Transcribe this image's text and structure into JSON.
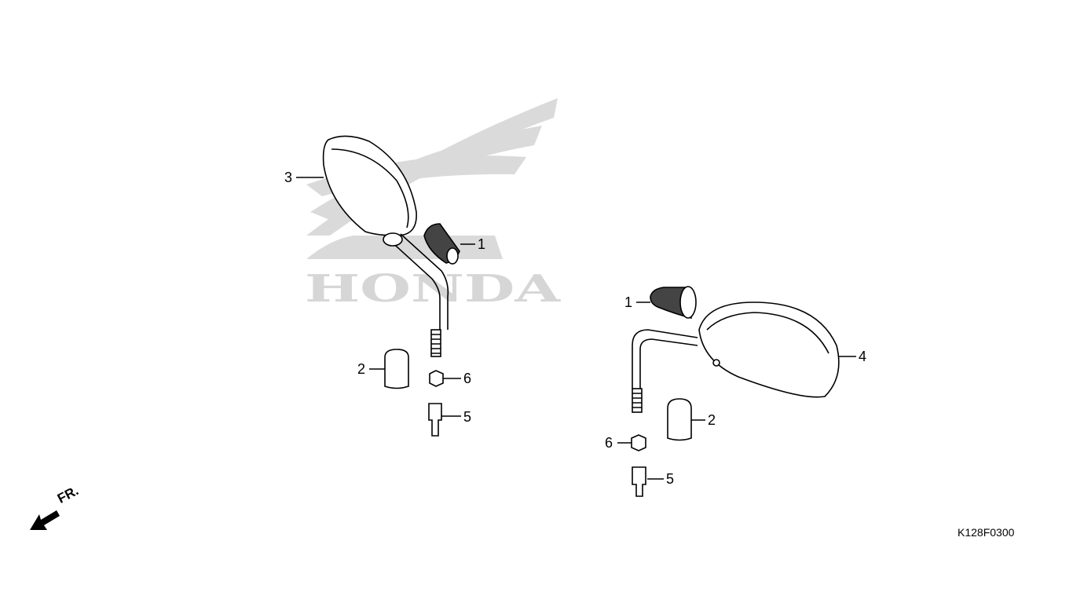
{
  "watermark": {
    "logo_text": "HONDA",
    "color": "#c8c8c8"
  },
  "diagram_code": "K128F0300",
  "front_indicator": {
    "label": "FR.",
    "icon": "arrow-down-left-icon"
  },
  "left_assembly": {
    "callouts": [
      {
        "number": "3",
        "part": "mirror-head"
      },
      {
        "number": "1",
        "part": "boot"
      },
      {
        "number": "2",
        "part": "cap"
      },
      {
        "number": "6",
        "part": "nut"
      },
      {
        "number": "5",
        "part": "adapter-bolt"
      }
    ]
  },
  "right_assembly": {
    "callouts": [
      {
        "number": "1",
        "part": "boot"
      },
      {
        "number": "4",
        "part": "mirror-head"
      },
      {
        "number": "2",
        "part": "cap"
      },
      {
        "number": "6",
        "part": "nut"
      },
      {
        "number": "5",
        "part": "adapter-bolt"
      }
    ]
  }
}
